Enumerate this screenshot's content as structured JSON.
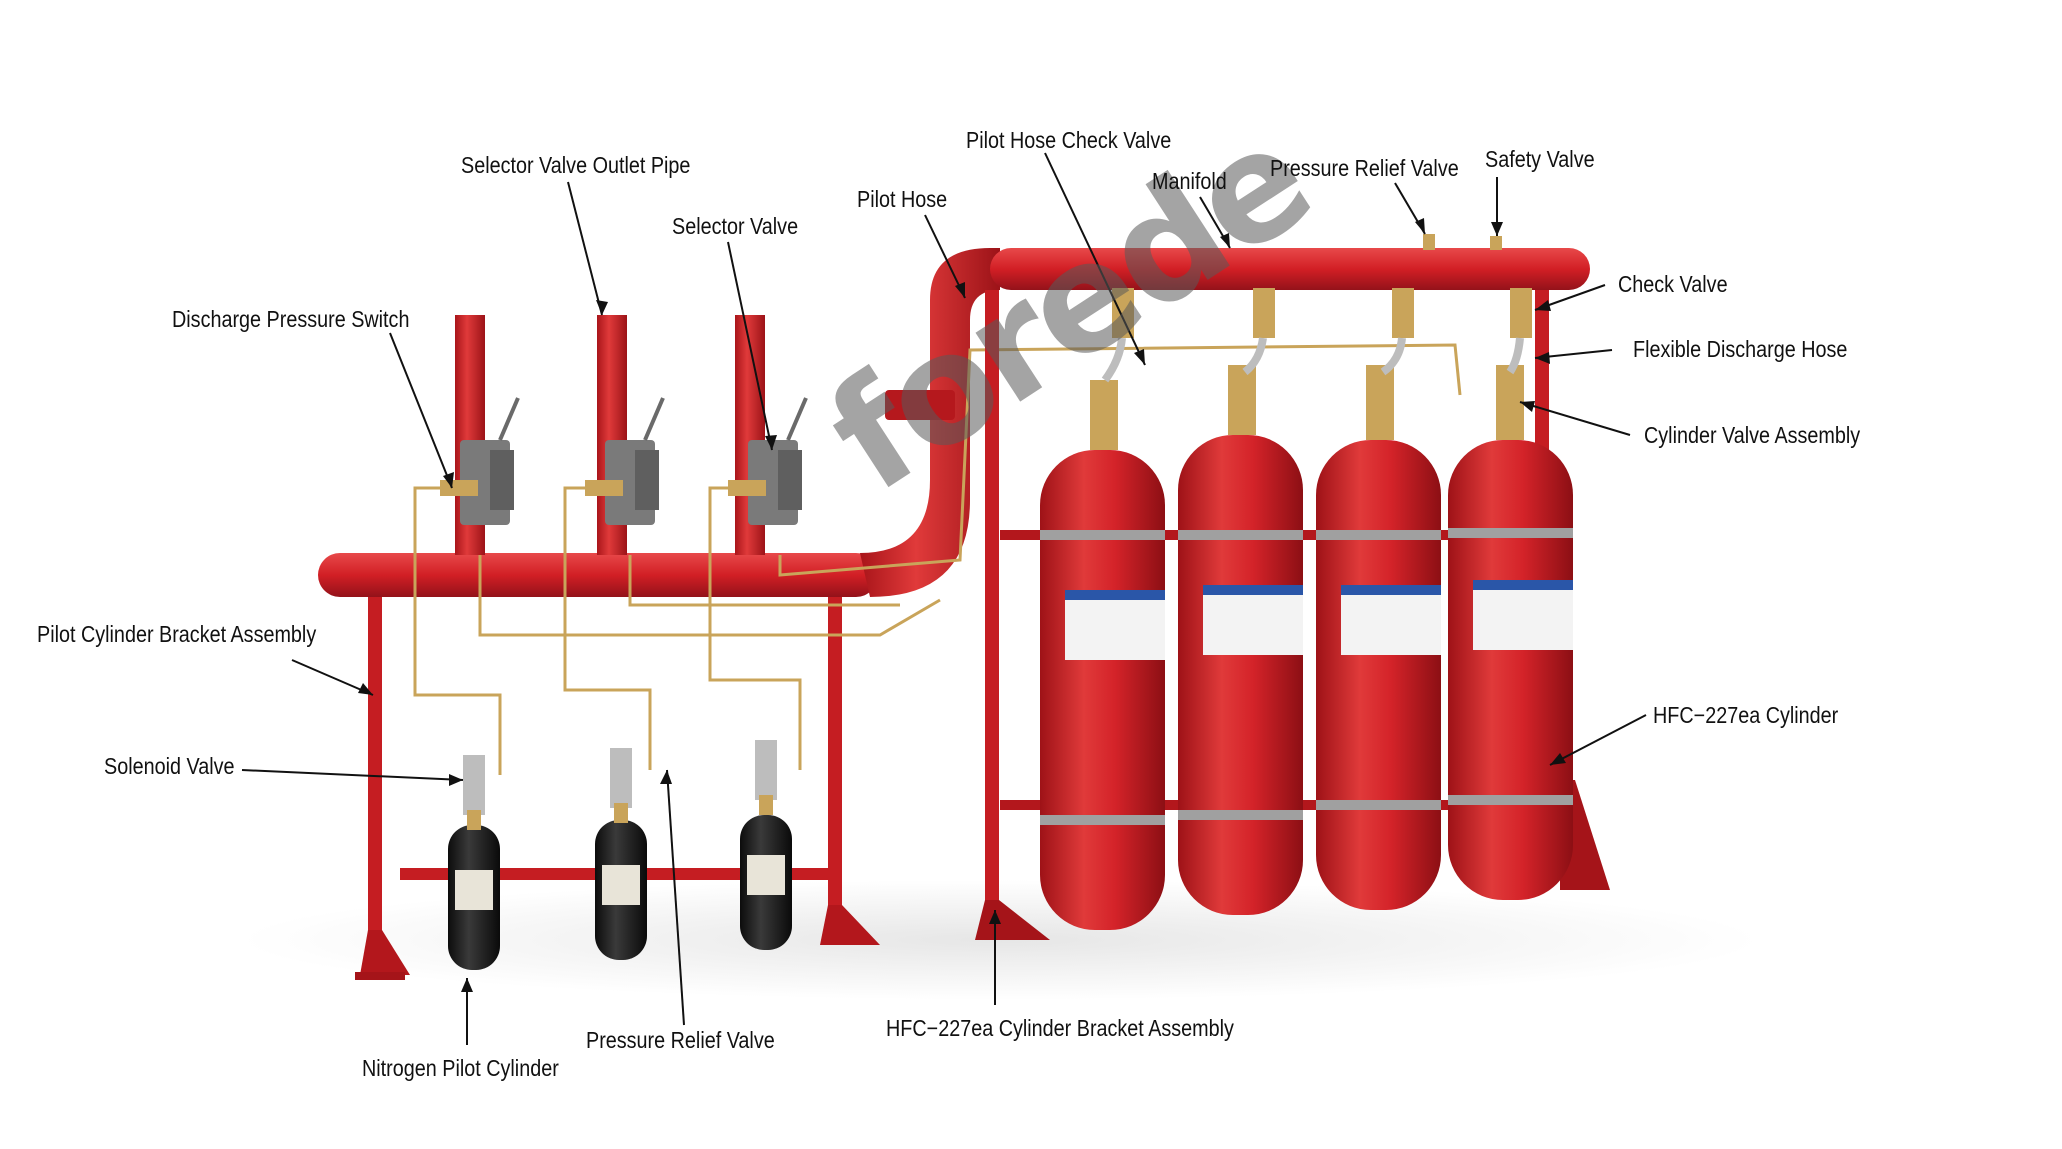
{
  "labels": {
    "selector_valve_outlet_pipe": "Selector Valve Outlet Pipe",
    "pilot_hose_check_valve": "Pilot Hose Check Valve",
    "manifold": "Manifold",
    "pressure_relief_valve_top": "Pressure Relief Valve",
    "safety_valve": "Safety Valve",
    "pilot_hose": "Pilot Hose",
    "selector_valve": "Selector Valve",
    "check_valve": "Check Valve",
    "discharge_pressure_switch": "Discharge Pressure Switch",
    "flexible_discharge_hose": "Flexible Discharge Hose",
    "cylinder_valve_assembly": "Cylinder Valve Assembly",
    "pilot_cylinder_bracket_assembly": "Pilot Cylinder Bracket Assembly",
    "hfc_cylinder": "HFC−227ea Cylinder",
    "solenoid_valve": "Solenoid Valve",
    "hfc_cylinder_bracket_assembly": "HFC−227ea Cylinder Bracket Assembly",
    "pressure_relief_valve_bottom": "Pressure Relief Valve",
    "nitrogen_pilot_cylinder": "Nitrogen Pilot Cylinder"
  },
  "watermark": "forede",
  "colors": {
    "pipe_red": "#d8262a",
    "pipe_dark": "#a9151a",
    "brass": "#c9a45a",
    "steel": "#b8b8b8",
    "nitrogen_black": "#1c1c1c"
  }
}
